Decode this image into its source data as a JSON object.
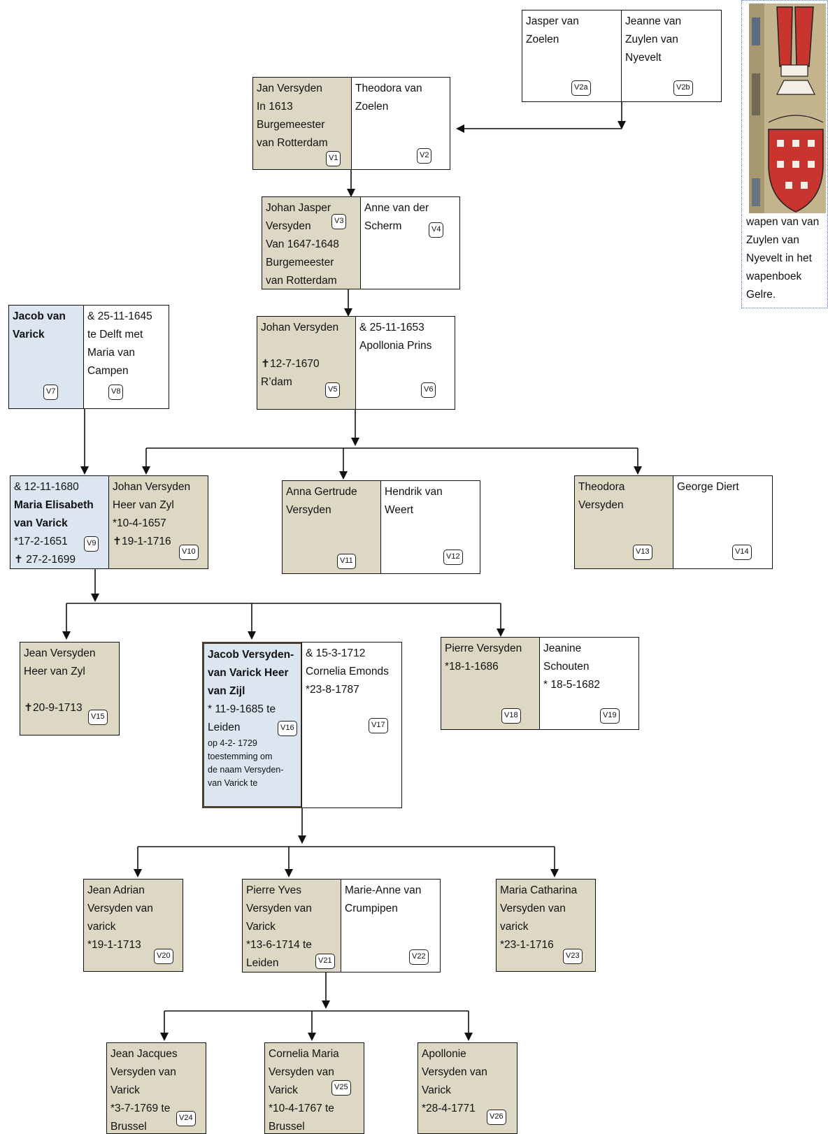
{
  "persons": {
    "v1": {
      "lines": [
        "Jan Versyden",
        "In 1613",
        "Burgemeester",
        "van Rotterdam"
      ],
      "tag": "V1"
    },
    "v2": {
      "lines": [
        "Theodora van",
        "Zoelen"
      ],
      "tag": "V2"
    },
    "v2a": {
      "lines": [
        "Jasper van",
        "Zoelen"
      ],
      "tag": "V2a"
    },
    "v2b": {
      "lines": [
        "Jeanne van",
        "Zuylen van",
        "Nyevelt"
      ],
      "tag": "V2b"
    },
    "v3": {
      "lines": [
        "Johan Jasper",
        "Versyden",
        "Van 1647-1648",
        "Burgemeester",
        "van Rotterdam"
      ],
      "tag": "V3"
    },
    "v4": {
      "lines": [
        "Anne van der",
        "Scherm"
      ],
      "tag": "V4"
    },
    "v5": {
      "lines": [
        "Johan Versyden",
        "",
        "✝12-7-1670",
        "R’dam"
      ],
      "tag": "V5"
    },
    "v6": {
      "lines": [
        "& 25-11-1653",
        "Apollonia Prins"
      ],
      "tag": "V6"
    },
    "v7": {
      "lines": [
        "Jacob van",
        "Varick"
      ],
      "tag": "V7"
    },
    "v8": {
      "lines": [
        "& 25-11-1645",
        "te Delft met",
        "Maria van",
        "Campen"
      ],
      "tag": "V8"
    },
    "v9": {
      "first": "& 12-11-1680",
      "bold": [
        "Maria Elisabeth",
        "van Varick"
      ],
      "rest": [
        "*17-2-1651",
        "✝ 27-2-1699"
      ],
      "tag": "V9"
    },
    "v10": {
      "lines": [
        "Johan Versyden",
        "Heer van Zyl",
        "*10-4-1657",
        "✝19-1-1716"
      ],
      "tag": "V10"
    },
    "v11": {
      "lines": [
        "Anna Gertrude",
        "Versyden"
      ],
      "tag": "V11"
    },
    "v12": {
      "lines": [
        "Hendrik van",
        "Weert"
      ],
      "tag": "V12"
    },
    "v13": {
      "lines": [
        "Theodora",
        "Versyden"
      ],
      "tag": "V13"
    },
    "v14": {
      "lines": [
        "George Diert"
      ],
      "tag": "V14"
    },
    "v15": {
      "lines": [
        "Jean Versyden",
        "Heer van Zyl",
        "",
        "✝20-9-1713"
      ],
      "tag": "V15"
    },
    "v16": {
      "bold": [
        "Jacob Versyden-",
        "van Varick Heer",
        "van Zijl"
      ],
      "rest": [
        "* 11-9-1685 te",
        "Leiden"
      ],
      "small": [
        "op 4-2- 1729",
        "toestemming om",
        "de naam Versyden-",
        "van Varick te"
      ],
      "tag": "V16"
    },
    "v17": {
      "lines": [
        "& 15-3-1712",
        "Cornelia Emonds",
        "*23-8-1787"
      ],
      "tag": "V17"
    },
    "v18": {
      "lines": [
        "Pierre Versyden",
        "*18-1-1686"
      ],
      "tag": "V18"
    },
    "v19": {
      "lines": [
        "Jeanine",
        "Schouten",
        "* 18-5-1682"
      ],
      "tag": "V19"
    },
    "v20": {
      "lines": [
        "Jean Adrian",
        "Versyden van",
        "varick",
        "*19-1-1713"
      ],
      "tag": "V20"
    },
    "v21": {
      "lines": [
        "Pierre Yves",
        "Versyden van",
        "Varick",
        "*13-6-1714 te",
        "Leiden"
      ],
      "tag": "V21"
    },
    "v22": {
      "lines": [
        "Marie-Anne van",
        "Crumpipen"
      ],
      "tag": "V22"
    },
    "v23": {
      "lines": [
        "Maria Catharina",
        "Versyden van",
        "varick",
        "*23-1-1716"
      ],
      "tag": "V23"
    },
    "v24": {
      "lines": [
        "Jean Jacques",
        "Versyden van",
        "Varick",
        "*3-7-1769 te",
        "Brussel"
      ],
      "tag": "V24"
    },
    "v25": {
      "lines": [
        "Cornelia Maria",
        "Versyden van",
        "Varick",
        "*10-4-1767 te",
        "Brussel"
      ],
      "tag": "V25"
    },
    "v26": {
      "lines": [
        "Apollonie",
        "Versyden van",
        "Varick",
        "*28-4-1771"
      ],
      "tag": "V26"
    }
  },
  "crest": {
    "caption": [
      "wapen van van",
      "Zuylen van",
      "Nyevelt in het",
      "wapenboek",
      "Gelre."
    ],
    "icon": "coat-of-arms-image",
    "colors": {
      "red": "#c8352e",
      "parchment": "#b8a884",
      "white": "#f4efe4"
    }
  },
  "colors": {
    "tan": "#ddd8c4",
    "blue": "#dce6f1",
    "line": "#111111"
  }
}
